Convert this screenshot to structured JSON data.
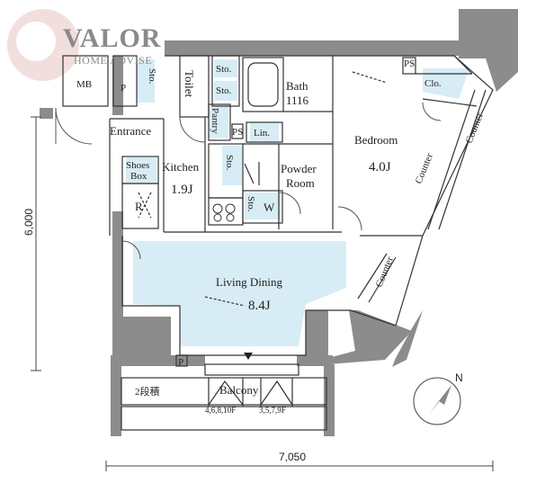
{
  "logo": {
    "title": "VALOR",
    "subtitle": "HOME ADVISE"
  },
  "rooms": {
    "mb": "MB",
    "p_top": "P",
    "sto_top": "Sto.",
    "toilet": "Toilet",
    "sto_right_1": "Sto.",
    "sto_right_2": "Sto.",
    "bath": "Bath",
    "bath_size": "1116",
    "ps_top": "PS",
    "clo": "Clo.",
    "bedroom": "Bedroom",
    "bedroom_size": "4.0J",
    "counter_1": "Counter",
    "counter_2": "Counter",
    "counter_3": "Counter",
    "entrance": "Entrance",
    "pantry": "Pantry",
    "ps_mid": "PS",
    "lin": "Lin.",
    "shoes": "Shoes",
    "box": "Box",
    "kitchen": "Kitchen",
    "kitchen_size": "1.9J",
    "sto_kitchen": "Sto.",
    "powder": "Powder",
    "room": "Room",
    "sto_w": "Sto.",
    "w": "W",
    "r": "R",
    "living": "Living Dining",
    "living_size": "8.4J",
    "p_bottom": "P",
    "balcony": "Balcony",
    "nidan": "2段積",
    "floors_1": "4,6,8,10F",
    "floors_2": "3,5,7,9F"
  },
  "dimensions": {
    "height": "6,000",
    "width": "7,050"
  },
  "compass": {
    "north": "N"
  },
  "colors": {
    "wall": "#8c8c8c",
    "floor_tint": "#d8ecf5",
    "line": "#333333"
  }
}
